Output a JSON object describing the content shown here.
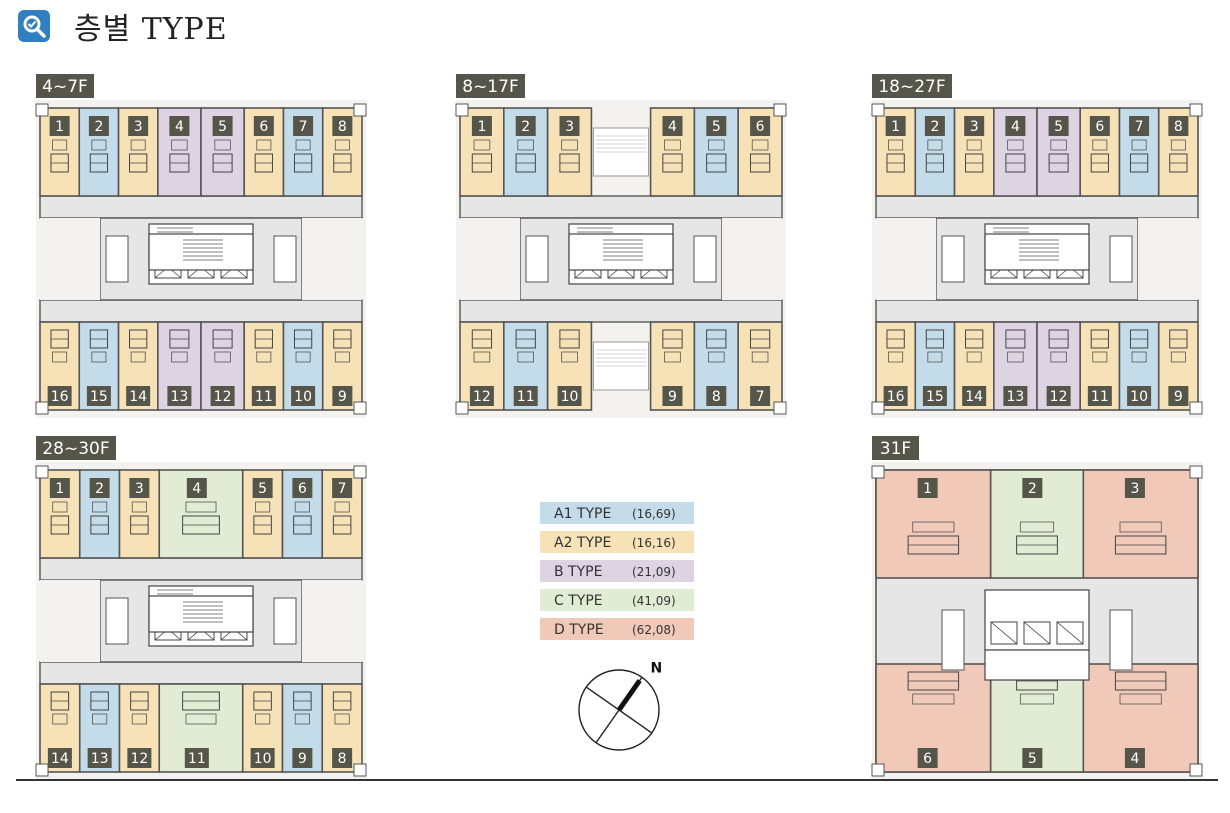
{
  "header": {
    "title": "층별 TYPE",
    "icon": "search-magnifier-icon",
    "icon_color": "#2f7fc1"
  },
  "colors": {
    "A1": "#c4dcea",
    "A2": "#f6e2b6",
    "B": "#ddd3e3",
    "C": "#e2ecd5",
    "D": "#f0c9b8",
    "label_bg": "#55554a",
    "panel_bg": "#f3f2ee",
    "wall": "#555555",
    "corridor": "#e6e6e6"
  },
  "floor_plans": [
    {
      "id": "plan-4-7",
      "label": "4~7F",
      "top": [
        {
          "n": "1",
          "t": "A2"
        },
        {
          "n": "2",
          "t": "A1"
        },
        {
          "n": "3",
          "t": "A2"
        },
        {
          "n": "4",
          "t": "B"
        },
        {
          "n": "5",
          "t": "B"
        },
        {
          "n": "6",
          "t": "A2"
        },
        {
          "n": "7",
          "t": "A1"
        },
        {
          "n": "8",
          "t": "A2"
        }
      ],
      "bottom": [
        {
          "n": "16",
          "t": "A2"
        },
        {
          "n": "15",
          "t": "A1"
        },
        {
          "n": "14",
          "t": "A2"
        },
        {
          "n": "13",
          "t": "B"
        },
        {
          "n": "12",
          "t": "B"
        },
        {
          "n": "11",
          "t": "A2"
        },
        {
          "n": "10",
          "t": "A1"
        },
        {
          "n": "9",
          "t": "A2"
        }
      ]
    },
    {
      "id": "plan-8-17",
      "label": "8~17F",
      "top": [
        {
          "n": "1",
          "t": "A2"
        },
        {
          "n": "2",
          "t": "A1"
        },
        {
          "n": "3",
          "t": "A2"
        },
        {
          "n": "",
          "t": "void"
        },
        {
          "n": "4",
          "t": "A2"
        },
        {
          "n": "5",
          "t": "A1"
        },
        {
          "n": "6",
          "t": "A2"
        }
      ],
      "bottom": [
        {
          "n": "12",
          "t": "A2"
        },
        {
          "n": "11",
          "t": "A1"
        },
        {
          "n": "10",
          "t": "A2"
        },
        {
          "n": "",
          "t": "void"
        },
        {
          "n": "9",
          "t": "A2"
        },
        {
          "n": "8",
          "t": "A1"
        },
        {
          "n": "7",
          "t": "A2"
        }
      ]
    },
    {
      "id": "plan-18-27",
      "label": "18~27F",
      "top": [
        {
          "n": "1",
          "t": "A2"
        },
        {
          "n": "2",
          "t": "A1"
        },
        {
          "n": "3",
          "t": "A2"
        },
        {
          "n": "4",
          "t": "B"
        },
        {
          "n": "5",
          "t": "B"
        },
        {
          "n": "6",
          "t": "A2"
        },
        {
          "n": "7",
          "t": "A1"
        },
        {
          "n": "8",
          "t": "A2"
        }
      ],
      "bottom": [
        {
          "n": "16",
          "t": "A2"
        },
        {
          "n": "15",
          "t": "A1"
        },
        {
          "n": "14",
          "t": "A2"
        },
        {
          "n": "13",
          "t": "B"
        },
        {
          "n": "12",
          "t": "B"
        },
        {
          "n": "11",
          "t": "A2"
        },
        {
          "n": "10",
          "t": "A1"
        },
        {
          "n": "9",
          "t": "A2"
        }
      ]
    },
    {
      "id": "plan-28-30",
      "label": "28~30F",
      "top": [
        {
          "n": "1",
          "t": "A2"
        },
        {
          "n": "2",
          "t": "A1"
        },
        {
          "n": "3",
          "t": "A2"
        },
        {
          "n": "4",
          "t": "C"
        },
        {
          "n": "5",
          "t": "A2"
        },
        {
          "n": "6",
          "t": "A1"
        },
        {
          "n": "7",
          "t": "A2"
        }
      ],
      "bottom": [
        {
          "n": "14",
          "t": "A2"
        },
        {
          "n": "13",
          "t": "A1"
        },
        {
          "n": "12",
          "t": "A2"
        },
        {
          "n": "11",
          "t": "C"
        },
        {
          "n": "10",
          "t": "A2"
        },
        {
          "n": "9",
          "t": "A1"
        },
        {
          "n": "8",
          "t": "A2"
        }
      ]
    },
    {
      "id": "plan-31",
      "label": "31F",
      "top": [
        {
          "n": "1",
          "t": "D"
        },
        {
          "n": "2",
          "t": "C"
        },
        {
          "n": "3",
          "t": "D"
        }
      ],
      "bottom": [
        {
          "n": "6",
          "t": "D"
        },
        {
          "n": "5",
          "t": "C"
        },
        {
          "n": "4",
          "t": "D"
        }
      ]
    }
  ],
  "legend": [
    {
      "key": "A1",
      "name": "A1 TYPE",
      "area": "(16,69)"
    },
    {
      "key": "A2",
      "name": "A2 TYPE",
      "area": "(16,16)"
    },
    {
      "key": "B",
      "name": "B   TYPE",
      "area": "(21,09)"
    },
    {
      "key": "C",
      "name": "C   TYPE",
      "area": "(41,09)"
    },
    {
      "key": "D",
      "name": "D   TYPE",
      "area": "(62,08)"
    }
  ],
  "compass": {
    "north_label": "N",
    "heading_deg": 35
  }
}
